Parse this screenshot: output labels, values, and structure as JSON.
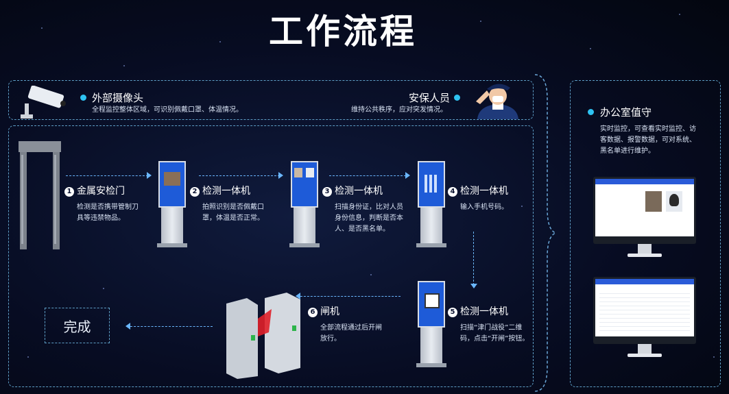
{
  "title": "工作流程",
  "top_left": {
    "label": "外部摄像头",
    "desc": "全程监控整体区域，可识别佩戴口罩、体温情况。"
  },
  "top_right": {
    "label": "安保人员",
    "desc": "维持公共秩序，应对突发情况。"
  },
  "office": {
    "label": "办公室值守",
    "desc": [
      "实时监控，可查看实时监控、访",
      "客数据、报警数据，可对系统、",
      "黑名单进行维护。"
    ]
  },
  "steps": [
    {
      "num": "1",
      "title": "金属安检门",
      "desc": [
        "检测是否携带管制刀",
        "具等违禁物品。"
      ]
    },
    {
      "num": "2",
      "title": "检测一体机",
      "desc": [
        "拍照识别是否佩戴口",
        "罩，体温是否正常。"
      ]
    },
    {
      "num": "3",
      "title": "检测一体机",
      "desc": [
        "扫描身份证，比对人员",
        "身份信息，判断是否本",
        "人、是否黑名单。"
      ]
    },
    {
      "num": "4",
      "title": "检测一体机",
      "desc": [
        "输入手机号码。"
      ]
    },
    {
      "num": "5",
      "title": "检测一体机",
      "desc": [
        "扫描“津门战役”二维",
        "码，点击“开闸”按钮。"
      ]
    },
    {
      "num": "6",
      "title": "闸机",
      "desc": [
        "全部流程通过后开闸",
        "放行。"
      ]
    }
  ],
  "done": "完成",
  "colors": {
    "accent": "#2ec3f2",
    "dash": "#5fa0c8",
    "screen": "#1e5bd8",
    "gate_red": "#e0202a"
  }
}
